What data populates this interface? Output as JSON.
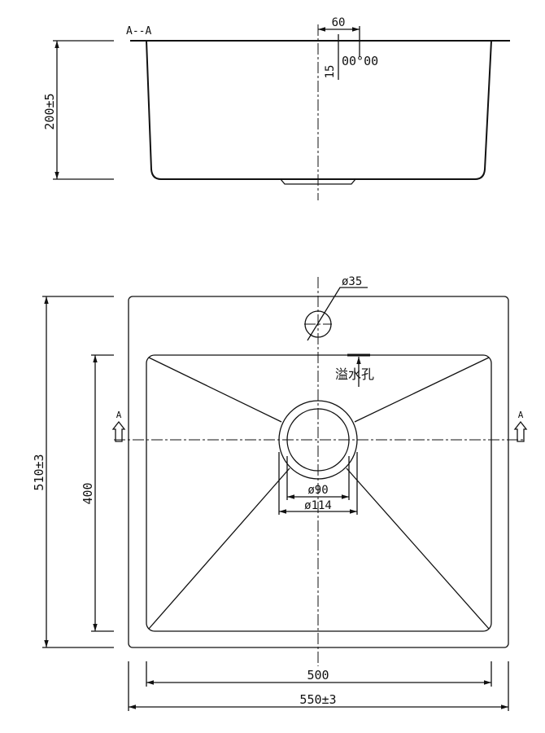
{
  "section": {
    "label": "A--A",
    "height_dim": "200±5",
    "hole_offset_dim": "60",
    "hole_depth_dim": "15",
    "hole_marks": "00°00"
  },
  "plan": {
    "faucet_hole_dim": "ø35",
    "overflow_label": "溢水孔",
    "section_marker_left": "A",
    "section_marker_right": "A",
    "drain_inner_dim": "ø90",
    "drain_outer_dim": "ø114",
    "inner_width_dim": "500",
    "outer_width_dim": "550±3",
    "inner_depth_dim": "400",
    "outer_depth_dim": "510±3"
  }
}
